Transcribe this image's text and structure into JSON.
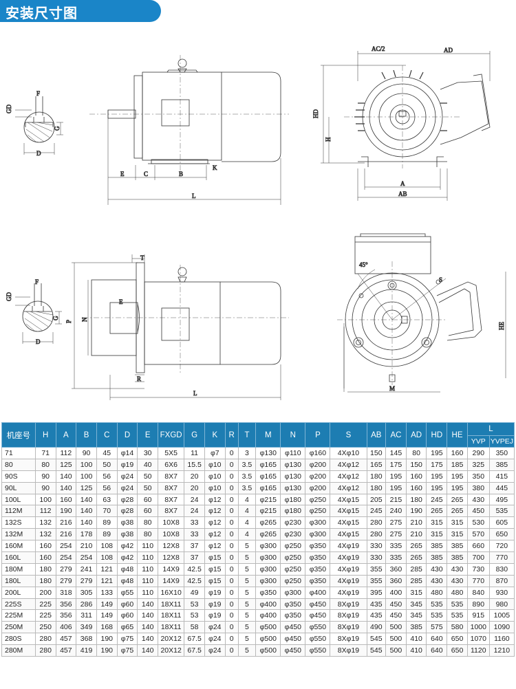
{
  "header": {
    "title": "安装尺寸图",
    "bar_color": "#1a85c8"
  },
  "drawings": {
    "top_left": {
      "labels": {
        "F": "F",
        "GD": "GD",
        "G": "G",
        "D": "D"
      }
    },
    "top_center": {
      "labels": {
        "E": "E",
        "C": "C",
        "B": "B",
        "K": "K",
        "L": "L"
      }
    },
    "top_right": {
      "labels": {
        "AC2": "AC/2",
        "AD": "AD",
        "HD": "HD",
        "H": "H",
        "A": "A",
        "AB": "AB"
      }
    },
    "bottom_left": {
      "labels": {
        "F": "F",
        "GD": "GD",
        "G": "G",
        "D": "D"
      }
    },
    "bottom_center": {
      "labels": {
        "T": "T",
        "E": "E",
        "P": "P",
        "N": "N",
        "R": "R",
        "L": "L"
      }
    },
    "bottom_right": {
      "labels": {
        "angle": "45°",
        "S": "S",
        "HE": "HE",
        "M": "M"
      }
    }
  },
  "table": {
    "header_color": "#1d7db2",
    "columns": [
      "机座号",
      "H",
      "A",
      "B",
      "C",
      "D",
      "E",
      "FXGD",
      "G",
      "K",
      "R",
      "T",
      "M",
      "N",
      "P",
      "S",
      "AB",
      "AC",
      "AD",
      "HD",
      "HE"
    ],
    "l_group": "L",
    "l_sub": [
      "YVP",
      "YVPEJ"
    ],
    "rows": [
      [
        "71",
        "71",
        "112",
        "90",
        "45",
        "φ14",
        "30",
        "5X5",
        "11",
        "φ7",
        "0",
        "3",
        "φ130",
        "φ110",
        "φ160",
        "4Xφ10",
        "150",
        "145",
        "80",
        "195",
        "160",
        "290",
        "350"
      ],
      [
        "80",
        "80",
        "125",
        "100",
        "50",
        "φ19",
        "40",
        "6X6",
        "15.5",
        "φ10",
        "0",
        "3.5",
        "φ165",
        "φ130",
        "φ200",
        "4Xφ12",
        "165",
        "175",
        "150",
        "175",
        "185",
        "325",
        "385"
      ],
      [
        "90S",
        "90",
        "140",
        "100",
        "56",
        "φ24",
        "50",
        "8X7",
        "20",
        "φ10",
        "0",
        "3.5",
        "φ165",
        "φ130",
        "φ200",
        "4Xφ12",
        "180",
        "195",
        "160",
        "195",
        "195",
        "350",
        "415"
      ],
      [
        "90L",
        "90",
        "140",
        "125",
        "56",
        "φ24",
        "50",
        "8X7",
        "20",
        "φ10",
        "0",
        "3.5",
        "φ165",
        "φ130",
        "φ200",
        "4Xφ12",
        "180",
        "195",
        "160",
        "195",
        "195",
        "380",
        "445"
      ],
      [
        "100L",
        "100",
        "160",
        "140",
        "63",
        "φ28",
        "60",
        "8X7",
        "24",
        "φ12",
        "0",
        "4",
        "φ215",
        "φ180",
        "φ250",
        "4Xφ15",
        "205",
        "215",
        "180",
        "245",
        "265",
        "430",
        "495"
      ],
      [
        "112M",
        "112",
        "190",
        "140",
        "70",
        "φ28",
        "60",
        "8X7",
        "24",
        "φ12",
        "0",
        "4",
        "φ215",
        "φ180",
        "φ250",
        "4Xφ15",
        "245",
        "240",
        "190",
        "265",
        "265",
        "450",
        "535"
      ],
      [
        "132S",
        "132",
        "216",
        "140",
        "89",
        "φ38",
        "80",
        "10X8",
        "33",
        "φ12",
        "0",
        "4",
        "φ265",
        "φ230",
        "φ300",
        "4Xφ15",
        "280",
        "275",
        "210",
        "315",
        "315",
        "530",
        "605"
      ],
      [
        "132M",
        "132",
        "216",
        "178",
        "89",
        "φ38",
        "80",
        "10X8",
        "33",
        "φ12",
        "0",
        "4",
        "φ265",
        "φ230",
        "φ300",
        "4Xφ15",
        "280",
        "275",
        "210",
        "315",
        "315",
        "570",
        "650"
      ],
      [
        "160M",
        "160",
        "254",
        "210",
        "108",
        "φ42",
        "110",
        "12X8",
        "37",
        "φ12",
        "0",
        "5",
        "φ300",
        "φ250",
        "φ350",
        "4Xφ19",
        "330",
        "335",
        "265",
        "385",
        "385",
        "660",
        "720"
      ],
      [
        "160L",
        "160",
        "254",
        "254",
        "108",
        "φ42",
        "110",
        "12X8",
        "37",
        "φ15",
        "0",
        "5",
        "φ300",
        "φ250",
        "φ350",
        "4Xφ19",
        "330",
        "335",
        "265",
        "385",
        "385",
        "700",
        "770"
      ],
      [
        "180M",
        "180",
        "279",
        "241",
        "121",
        "φ48",
        "110",
        "14X9",
        "42.5",
        "φ15",
        "0",
        "5",
        "φ300",
        "φ250",
        "φ350",
        "4Xφ19",
        "355",
        "360",
        "285",
        "430",
        "430",
        "730",
        "830"
      ],
      [
        "180L",
        "180",
        "279",
        "279",
        "121",
        "φ48",
        "110",
        "14X9",
        "42.5",
        "φ15",
        "0",
        "5",
        "φ300",
        "φ250",
        "φ350",
        "4Xφ19",
        "355",
        "360",
        "285",
        "430",
        "430",
        "770",
        "870"
      ],
      [
        "200L",
        "200",
        "318",
        "305",
        "133",
        "φ55",
        "110",
        "16X10",
        "49",
        "φ19",
        "0",
        "5",
        "φ350",
        "φ300",
        "φ400",
        "4Xφ19",
        "395",
        "400",
        "315",
        "480",
        "480",
        "840",
        "930"
      ],
      [
        "225S",
        "225",
        "356",
        "286",
        "149",
        "φ60",
        "140",
        "18X11",
        "53",
        "φ19",
        "0",
        "5",
        "φ400",
        "φ350",
        "φ450",
        "8Xφ19",
        "435",
        "450",
        "345",
        "535",
        "535",
        "890",
        "980"
      ],
      [
        "225M",
        "225",
        "356",
        "311",
        "149",
        "φ60",
        "140",
        "18X11",
        "53",
        "φ19",
        "0",
        "5",
        "φ400",
        "φ350",
        "φ450",
        "8Xφ19",
        "435",
        "450",
        "345",
        "535",
        "535",
        "915",
        "1005"
      ],
      [
        "250M",
        "250",
        "406",
        "349",
        "168",
        "φ65",
        "140",
        "18X11",
        "58",
        "φ24",
        "0",
        "5",
        "φ500",
        "φ450",
        "φ550",
        "8Xφ19",
        "490",
        "500",
        "385",
        "575",
        "580",
        "1000",
        "1090"
      ],
      [
        "280S",
        "280",
        "457",
        "368",
        "190",
        "φ75",
        "140",
        "20X12",
        "67.5",
        "φ24",
        "0",
        "5",
        "φ500",
        "φ450",
        "φ550",
        "8Xφ19",
        "545",
        "500",
        "410",
        "640",
        "650",
        "1070",
        "1160"
      ],
      [
        "280M",
        "280",
        "457",
        "419",
        "190",
        "φ75",
        "140",
        "20X12",
        "67.5",
        "φ24",
        "0",
        "5",
        "φ500",
        "φ450",
        "φ550",
        "8Xφ19",
        "545",
        "500",
        "410",
        "640",
        "650",
        "1120",
        "1210"
      ]
    ]
  }
}
